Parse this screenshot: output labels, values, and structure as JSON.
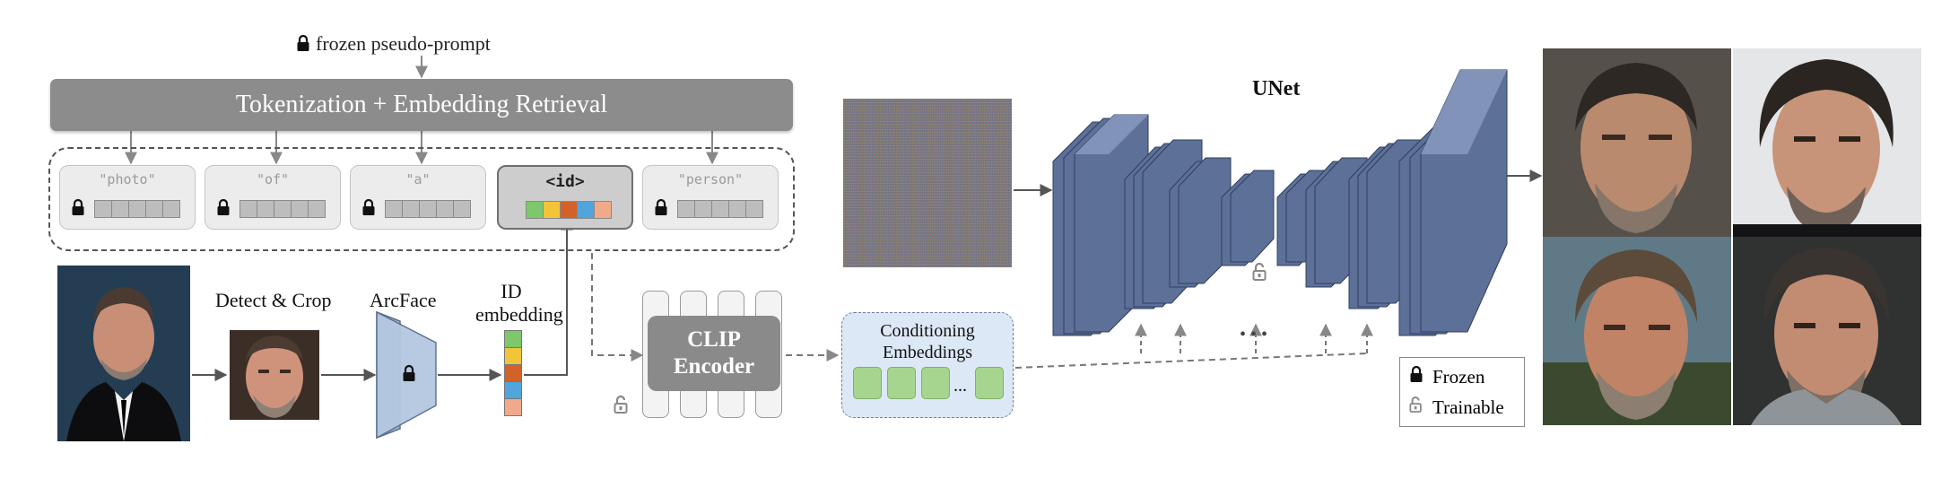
{
  "header": {
    "frozen_prompt_label": "frozen pseudo-prompt",
    "tokenization_label": "Tokenization + Embedding Retrieval"
  },
  "tokens": [
    {
      "word": "\"photo\"",
      "frozen": true
    },
    {
      "word": "\"of\"",
      "frozen": true
    },
    {
      "word": "\"a\"",
      "frozen": true
    },
    {
      "word": "<id>",
      "frozen": false
    },
    {
      "word": "\"person\"",
      "frozen": true
    }
  ],
  "id_token_colors": [
    "#7cc86a",
    "#f2c43a",
    "#d2622a",
    "#4fa5dc",
    "#f0a98a"
  ],
  "pipeline": {
    "detect_crop_label": "Detect & Crop",
    "arcface_label": "ArcFace",
    "id_embedding_label": [
      "ID",
      "embedding"
    ],
    "clip_label": [
      "CLIP",
      "Encoder"
    ],
    "conditioning_label": [
      "Conditioning",
      "Embeddings"
    ],
    "ellipsis": "..."
  },
  "unet": {
    "title": "UNet",
    "skip_ellipsis": "• • •"
  },
  "legend": {
    "frozen_label": "Frozen",
    "trainable_label": "Trainable"
  },
  "icons": {
    "frozen": "closed-lock-icon",
    "trainable": "open-lock-icon"
  },
  "colors": {
    "unet_block": "#5c7098",
    "unet_side": "#3e5377",
    "unet_top": "#8193b8",
    "arcface": "#b4c8e0",
    "conditioning_bg": "#dde8f6",
    "green_embedding": "#a6d58f",
    "tokenization_bar": "#8c8c8c"
  }
}
